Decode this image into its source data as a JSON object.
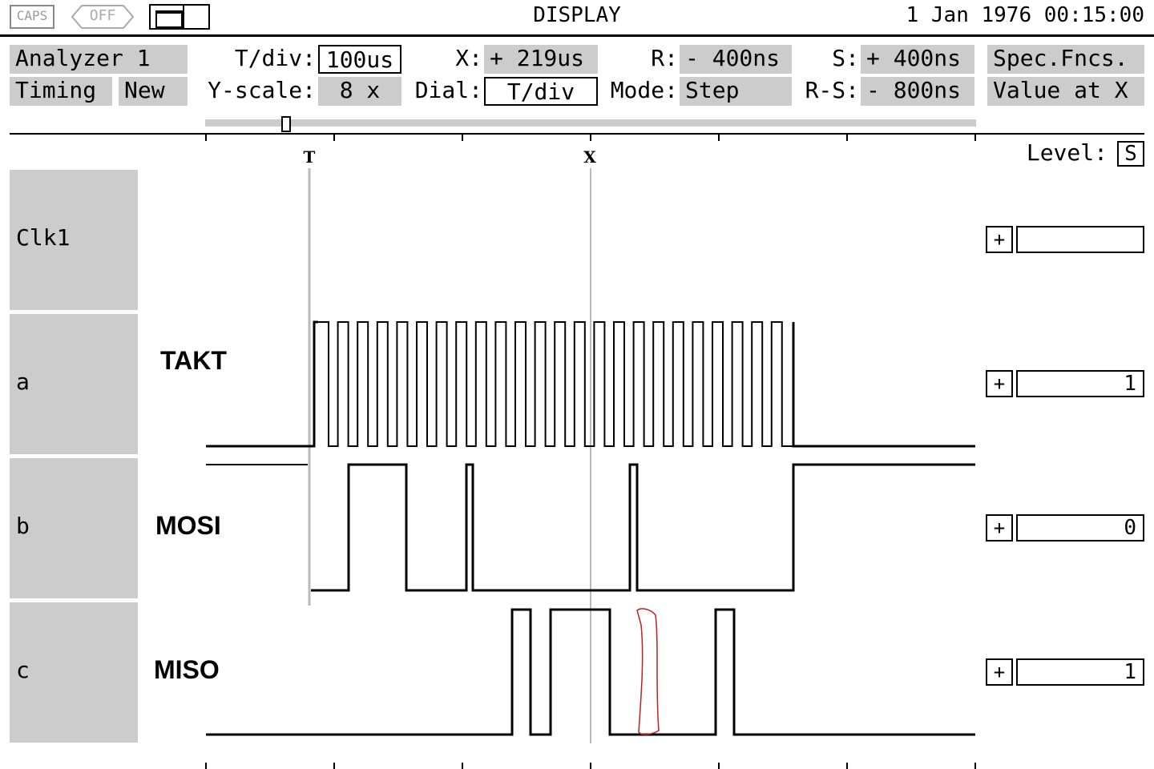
{
  "header": {
    "btn_caps": "CAPS",
    "btn_off": "OFF",
    "title": "DISPLAY",
    "datetime": "1 Jan 1976 00:15:00"
  },
  "controls": {
    "analyzer": "Analyzer 1",
    "mode_timing": "Timing",
    "new": "New",
    "tdiv_label": "T/div:",
    "tdiv_value": "100us",
    "yscale_label": "Y-scale:",
    "yscale_value": "8 x",
    "x_label": "X:",
    "x_value": "+ 219us",
    "dial_label": "Dial:",
    "dial_value": "T/div",
    "r_label": "R:",
    "r_value": "- 400ns",
    "mode_label": "Mode:",
    "mode_value": "Step",
    "s_label": "S:",
    "s_value": "+ 400ns",
    "rs_label": "R-S:",
    "rs_value": "- 800ns",
    "spec_fncs": "Spec.Fncs.",
    "value_at_x": "Value at X"
  },
  "scroll": {
    "position_fraction": 0.105
  },
  "markers": {
    "trigger": "T",
    "x": "X"
  },
  "level": {
    "label": "Level:",
    "value": "S"
  },
  "channels": [
    {
      "name": "Clk1",
      "annotation": "",
      "value": ""
    },
    {
      "name": "a",
      "annotation": "TAKT",
      "value": "1"
    },
    {
      "name": "b",
      "annotation": "MOSI",
      "value": "0"
    },
    {
      "name": "c",
      "annotation": "MISO",
      "value": "1"
    }
  ],
  "sign_symbol": "+"
}
